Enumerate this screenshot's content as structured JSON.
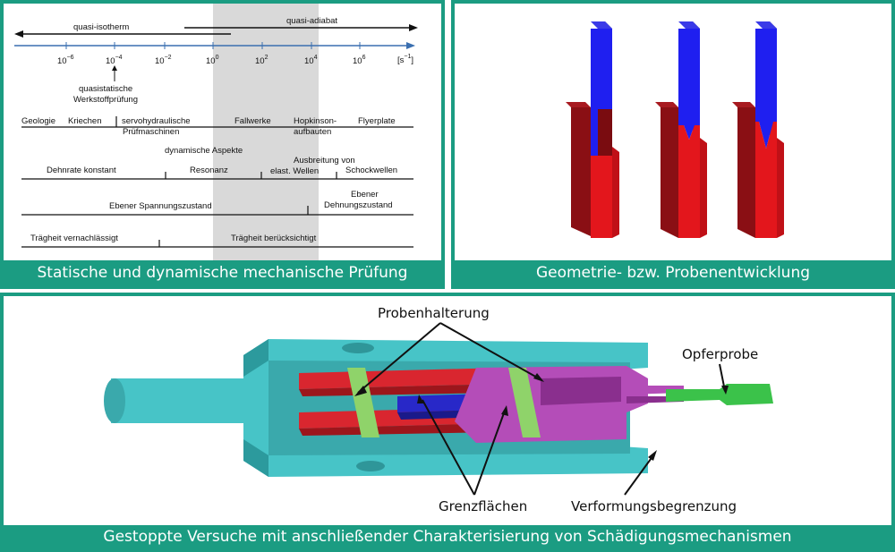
{
  "panel1": {
    "caption": "Statische und dynamische mechanische Prüfung",
    "quasi_isotherm": "quasi-isotherm",
    "quasi_adiabat": "quasi-adiabat",
    "axis_ticks": [
      {
        "base": "10",
        "exp": "−6"
      },
      {
        "base": "10",
        "exp": "−4"
      },
      {
        "base": "10",
        "exp": "−2"
      },
      {
        "base": "10",
        "exp": "0"
      },
      {
        "base": "10",
        "exp": "2"
      },
      {
        "base": "10",
        "exp": "4"
      },
      {
        "base": "10",
        "exp": "6"
      }
    ],
    "unit_base": "[s",
    "unit_exp": "−1",
    "unit_close": "]",
    "quasistatic_1": "quasistatische",
    "quasistatic_2": "Werkstoffprüfung",
    "row1": {
      "geologie": "Geologie",
      "kriechen": "Kriechen",
      "servo_1": "servohydraulische",
      "servo_2": "Prüfmaschinen",
      "fallwerke": "Fallwerke",
      "hopkinson_1": "Hopkinson-",
      "hopkinson_2": "aufbauten",
      "flyerplate": "Flyerplate"
    },
    "row2": {
      "dyn_aspekte": "dynamische Aspekte",
      "dehnrate": "Dehnrate konstant",
      "resonanz": "Resonanz",
      "ausbreitung_1": "Ausbreitung von",
      "ausbreitung_2": "elast. Wellen",
      "schockwellen": "Schockwellen"
    },
    "row3": {
      "ebener_spannung": "Ebener Spannungszustand",
      "ebener_dehnung_1": "Ebener",
      "ebener_dehnung_2": "Dehnungszustand"
    },
    "row4": {
      "traegheit_vern": "Trägheit vernachlässigt",
      "traegheit_ber": "Trägheit berücksichtigt"
    }
  },
  "panel2": {
    "caption": "Geometrie- bzw. Probenentwicklung"
  },
  "panel3": {
    "caption": "Gestoppte Versuche mit anschließender Charakterisierung von Schädigungsmechanismen",
    "probenhalterung": "Probenhalterung",
    "opferprobe": "Opferprobe",
    "grenzflaechen": "Grenzflächen",
    "verformungsbegrenzung": "Verformungsbegrenzung"
  },
  "colors": {
    "frame": "#1b9c82",
    "shaded": "#d9d9d9",
    "axis": "#3a6fb0",
    "cyan": "#47c4c7",
    "red": "#d9262f",
    "blue": "#2828c8",
    "green": "#8fd36a",
    "magenta": "#b44db8"
  }
}
